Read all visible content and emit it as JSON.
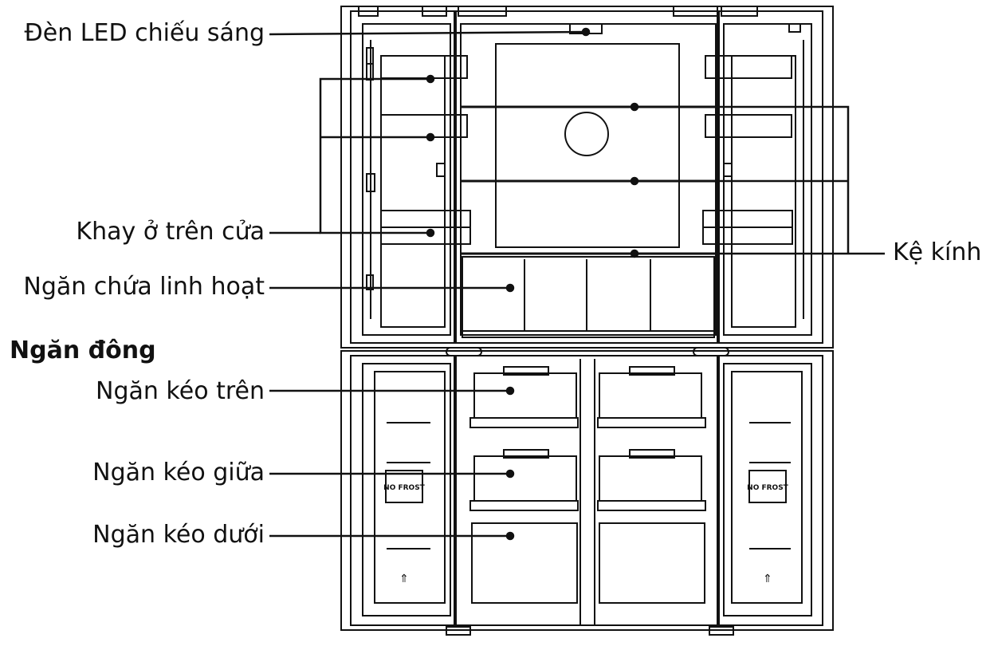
{
  "labels": {
    "led_light": "Đèn LED chiếu sáng",
    "door_tray": "Khay ở trên cửa",
    "flex_compartment": "Ngăn chứa linh hoạt",
    "freezer_heading": "Ngăn đông",
    "top_drawer": "Ngăn kéo trên",
    "middle_drawer": "Ngăn kéo giữa",
    "bottom_drawer": "Ngăn kéo dưới",
    "glass_shelf": "Kệ kính"
  },
  "badges": {
    "no_frost": "NO FROST"
  },
  "colors": {
    "line": "#111111",
    "background": "#ffffff"
  }
}
